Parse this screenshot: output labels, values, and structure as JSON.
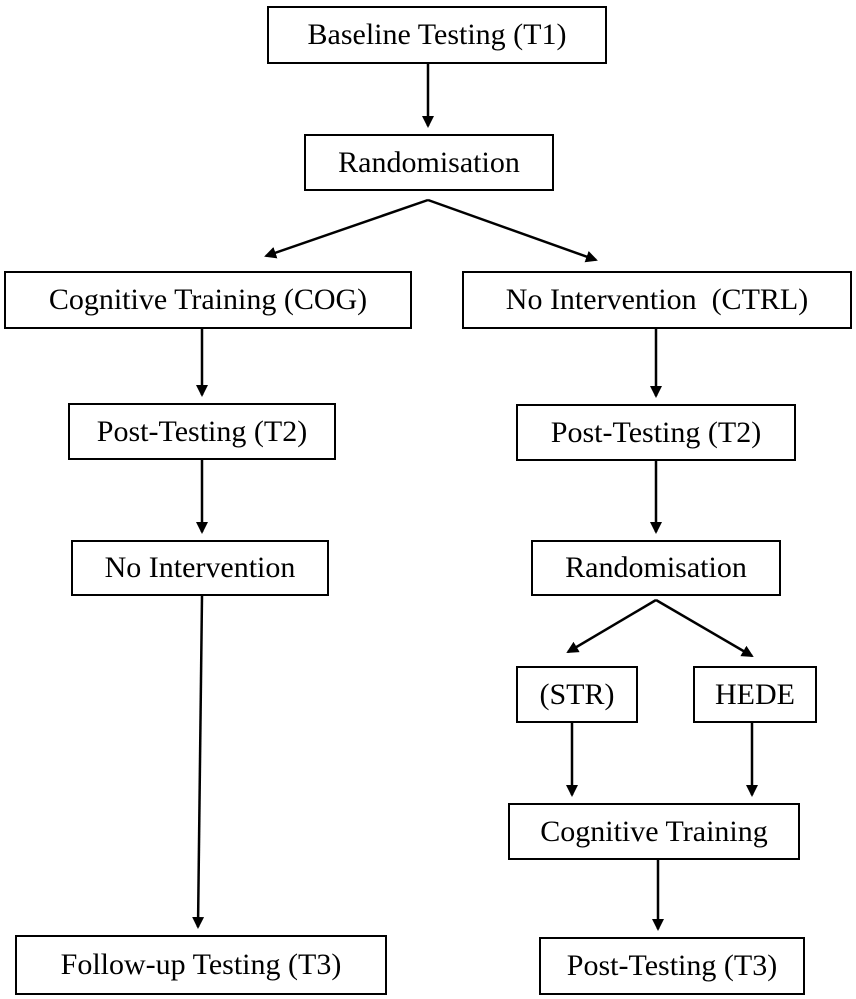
{
  "nodes": {
    "baseline": "Baseline Testing (T1)",
    "randomisation_1": "Randomisation",
    "cognitive_training_cog": "Cognitive Training (COG)",
    "no_intervention_ctrl": "No Intervention  (CTRL)",
    "post_testing_t2_left": "Post-Testing (T2)",
    "post_testing_t2_right": "Post-Testing (T2)",
    "no_intervention": "No Intervention",
    "randomisation_2": "Randomisation",
    "str": "(STR)",
    "hede": "HEDE",
    "cognitive_training": "Cognitive Training",
    "follow_up_t3": "Follow-up Testing (T3)",
    "post_testing_t3": "Post-Testing (T3)"
  }
}
